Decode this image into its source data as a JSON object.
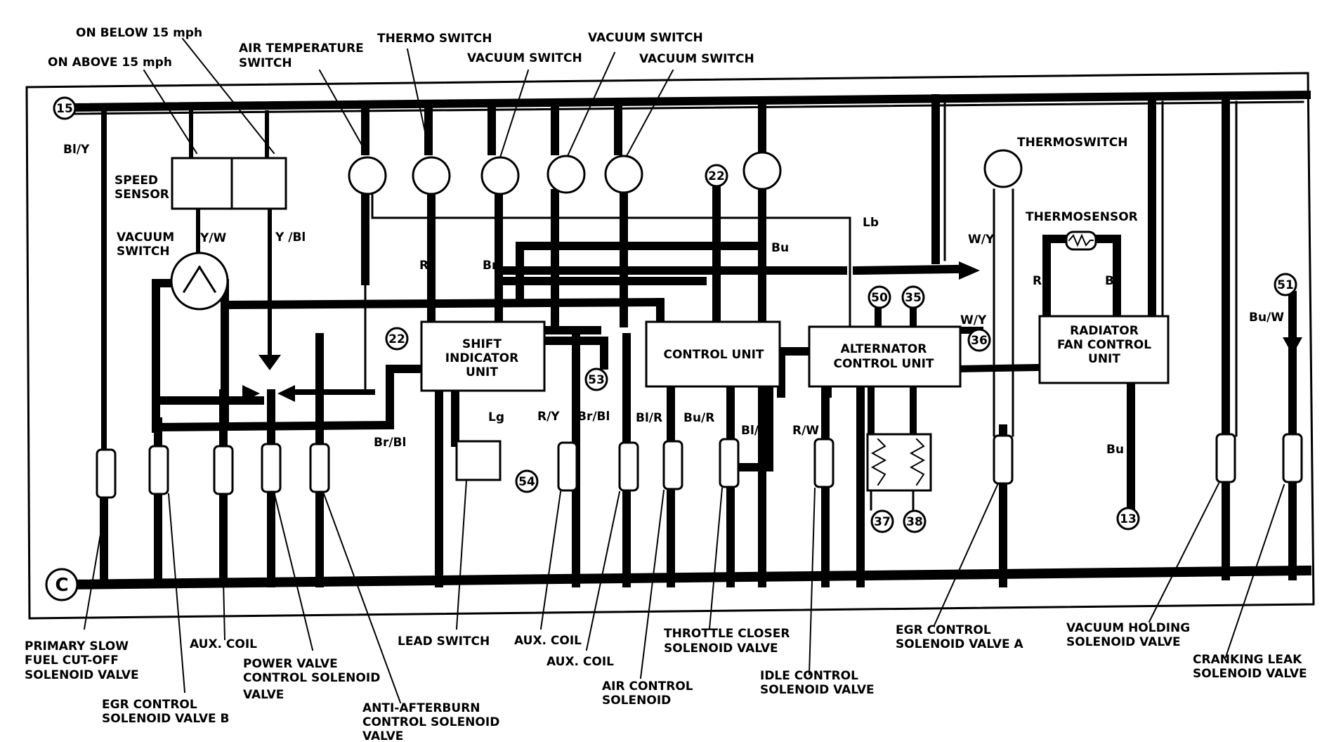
{
  "labels": {
    "on_below_15": "ON BELOW 15 mph",
    "on_above_15": "ON ABOVE 15 mph",
    "air_temp_switch_1": "AIR TEMPERATURE",
    "air_temp_switch_2": "SWITCH",
    "thermo_switch": "THERMO  SWITCH",
    "vacuum_switch_a": "VACUUM  SWITCH",
    "vacuum_switch_b": "VACUUM  SWITCH",
    "vacuum_switch_c": "VACUUM  SWITCH",
    "speed_sensor_1": "SPEED",
    "speed_sensor_2": "SENSOR",
    "vacuum_switch_left_1": "VACUUM",
    "vacuum_switch_left_2": "SWITCH",
    "thermoswitch": "THERMOSWITCH",
    "thermosensor": "THERMOSENSOR",
    "shift_indicator_1": "SHIFT",
    "shift_indicator_2": "INDICATOR",
    "shift_indicator_3": "UNIT",
    "control_unit": "CONTROL UNIT",
    "alternator_1": "ALTERNATOR",
    "alternator_2": "CONTROL UNIT",
    "radiator_1": "RADIATOR",
    "radiator_2": "FAN CONTROL",
    "radiator_3": "UNIT",
    "primary_slow_1": "PRIMARY SLOW",
    "primary_slow_2": "FUEL CUT-OFF",
    "primary_slow_3": "SOLENOID VALVE",
    "aux_coil_1": "AUX. COIL",
    "egr_b_1": "EGR CONTROL",
    "egr_b_2": "SOLENOID VALVE B",
    "power_valve_1": "POWER VALVE",
    "power_valve_2": "CONTROL SOLENOID",
    "power_valve_3": "VALVE",
    "anti_afterburn_1": "ANTI-AFTERBURN",
    "anti_afterburn_2": "CONTROL SOLENOID",
    "anti_afterburn_3": "VALVE",
    "lead_switch": "LEAD SWITCH",
    "aux_coil_2": "AUX. COIL",
    "aux_coil_3": "AUX. COIL",
    "air_control_1": "AIR CONTROL",
    "air_control_2": "SOLENOID",
    "throttle_closer_1": "THROTTLE CLOSER",
    "throttle_closer_2": "SOLENOID VALVE",
    "idle_control_1": "IDLE CONTROL",
    "idle_control_2": "SOLENOID VALVE",
    "egr_a_1": "EGR CONTROL",
    "egr_a_2": "SOLENOID VALVE A",
    "vacuum_holding_1": "VACUUM HOLDING",
    "vacuum_holding_2": "SOLENOID VALVE",
    "cranking_leak_1": "CRANKING LEAK",
    "cranking_leak_2": "SOLENOID VALVE"
  },
  "wire_codes": {
    "bl_y": "Bl/Y",
    "y_w": "Y/W",
    "y_bl": "Y /Bl",
    "r_left": "R",
    "br_top": "Br",
    "bu_top": "Bu",
    "lb": "Lb",
    "w_y_1": "W/Y",
    "w_y_2": "W/Y",
    "r_rad": "R",
    "br_rad": "Br",
    "bu_w": "Bu/W",
    "br_bl": "Br/Bl",
    "lg": "Lg",
    "r_y": "R/Y",
    "br_bl_2": "Br/Bl",
    "bl_r": "Bl/R",
    "bu_r": "Bu/R",
    "bl_w": "Bl/W",
    "r_w": "R/W",
    "bu_bottom": "Bu"
  },
  "terminals": {
    "t15": "15",
    "t22_top": "22",
    "t22_left": "22",
    "t53": "53",
    "t54": "54",
    "t50": "50",
    "t35": "35",
    "t36": "36",
    "t37": "37",
    "t38": "38",
    "t51": "51",
    "t13": "13",
    "ground": "C"
  }
}
